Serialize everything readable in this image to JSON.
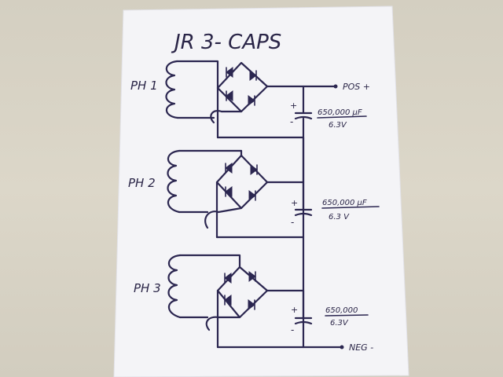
{
  "title": "JR 3- CAPS",
  "phases": [
    {
      "label": "PH 1"
    },
    {
      "label": "PH 2"
    },
    {
      "label": "PH 3"
    }
  ],
  "capacitors": [
    {
      "value": "650,000 µF",
      "voltage": "6.3V"
    },
    {
      "value": "650,000 µF",
      "voltage": "6.3 V"
    },
    {
      "value": "650,000",
      "voltage": "6.3V"
    }
  ],
  "terminals": {
    "pos": "POS +",
    "neg": "NEG -"
  },
  "polarity": {
    "plus": "+",
    "minus": "-"
  },
  "colors": {
    "ink": "#2b2650",
    "paper": "#f5f5f7"
  }
}
